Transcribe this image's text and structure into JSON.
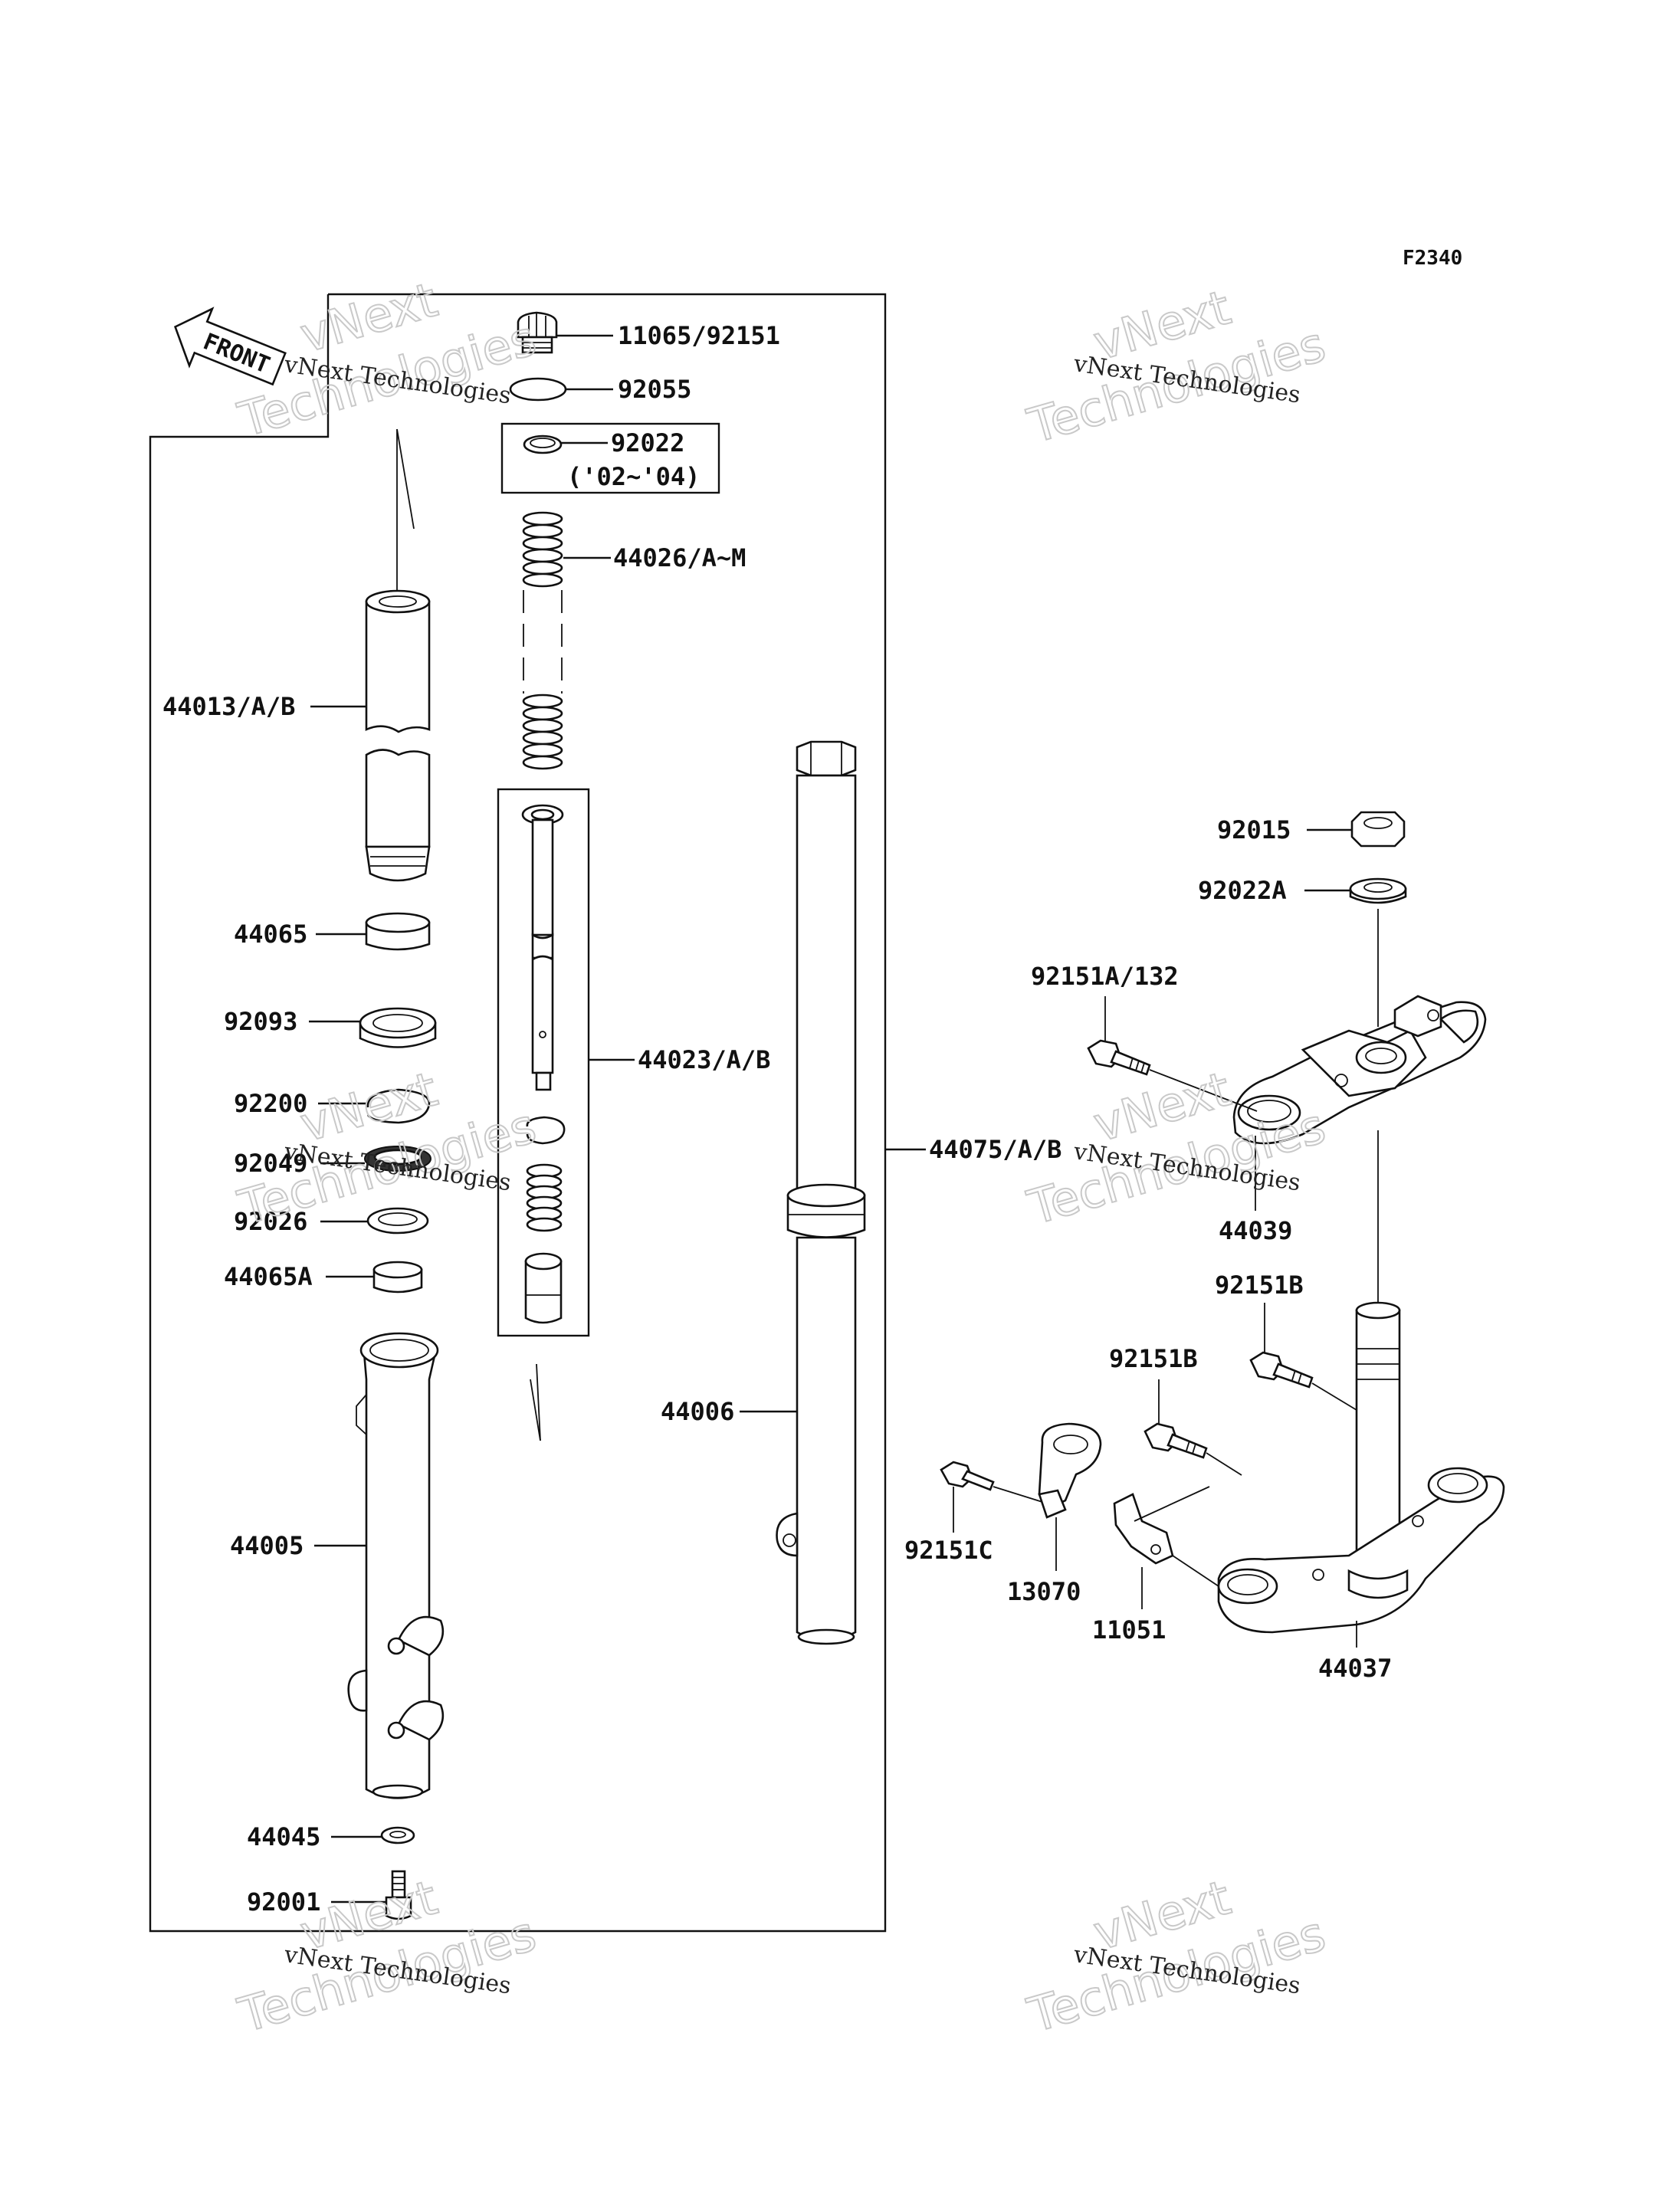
{
  "figure_code": "F2340",
  "front_arrow_label": "FRONT",
  "watermark": {
    "line1": "vNext Technologies",
    "brand_top": "vNext",
    "brand_bottom": "Technologies"
  },
  "colors": {
    "line": "#111111",
    "watermark": "#c9c9c9",
    "background": "#ffffff"
  },
  "labels": {
    "p11065_92151": "11065/92151",
    "p92055": "92055",
    "p92022": "92022",
    "p92022_years": "('02~'04)",
    "p44026": "44026/A~M",
    "p44013": "44013/A/B",
    "p44065": "44065",
    "p92093": "92093",
    "p92200": "92200",
    "p92049": "92049",
    "p92026": "92026",
    "p44065A": "44065A",
    "p44005": "44005",
    "p44045": "44045",
    "p92001": "92001",
    "p44023": "44023/A/B",
    "p44075": "44075/A/B",
    "p44006": "44006",
    "p92015": "92015",
    "p92022A": "92022A",
    "p92151A_132": "92151A/132",
    "p44039": "44039",
    "p92151B_1": "92151B",
    "p92151B_2": "92151B",
    "p92151C": "92151C",
    "p13070": "13070",
    "p11051": "11051",
    "p44037": "44037"
  }
}
